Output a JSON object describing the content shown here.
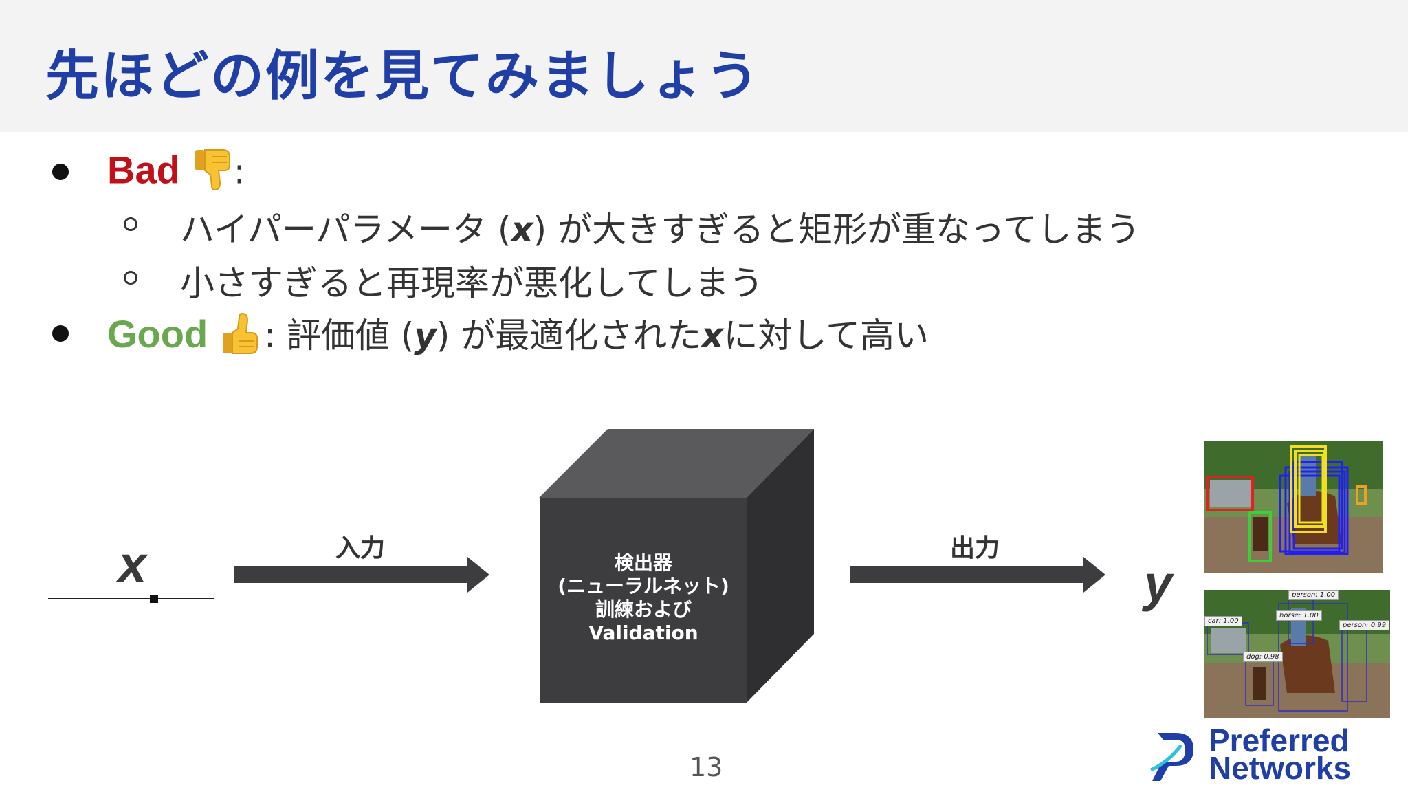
{
  "slide": {
    "title": "先ほどの例を見てみましょう",
    "page_number": "13"
  },
  "bullets": {
    "bad": {
      "label": "Bad",
      "icon": "thumbs-down-icon",
      "colon": ":",
      "sub": [
        {
          "pre": "ハイパーパラメータ (",
          "var": "x",
          "post": ") が大きすぎると矩形が重なってしまう"
        },
        {
          "text": "小さすぎると再現率が悪化してしまう"
        }
      ]
    },
    "good": {
      "label": "Good",
      "icon": "thumbs-up-icon",
      "pre": ": 評価値 (",
      "var_y": "y",
      "mid": ") が最適化された",
      "var_x": "x",
      "post": "に対して高い"
    }
  },
  "diagram": {
    "input_var": "x",
    "input_arrow_label": "入力",
    "box_lines": [
      "検出器",
      "(ニューラルネット)",
      "訓練および",
      "Validation"
    ],
    "output_arrow_label": "出力",
    "output_var": "y",
    "photo_top_labels": [],
    "photo_bottom_labels": [
      "person: 1.00",
      "car: 1.00",
      "horse: 1.00",
      "person: 0.99",
      "dog: 0.98"
    ]
  },
  "logo": {
    "line1": "Preferred",
    "line2": "Networks",
    "color": "#1f3fa6"
  },
  "colors": {
    "title": "#1f3fa6",
    "bad": "#c0101a",
    "good": "#6aa84f",
    "box": "#3d3c3e"
  }
}
